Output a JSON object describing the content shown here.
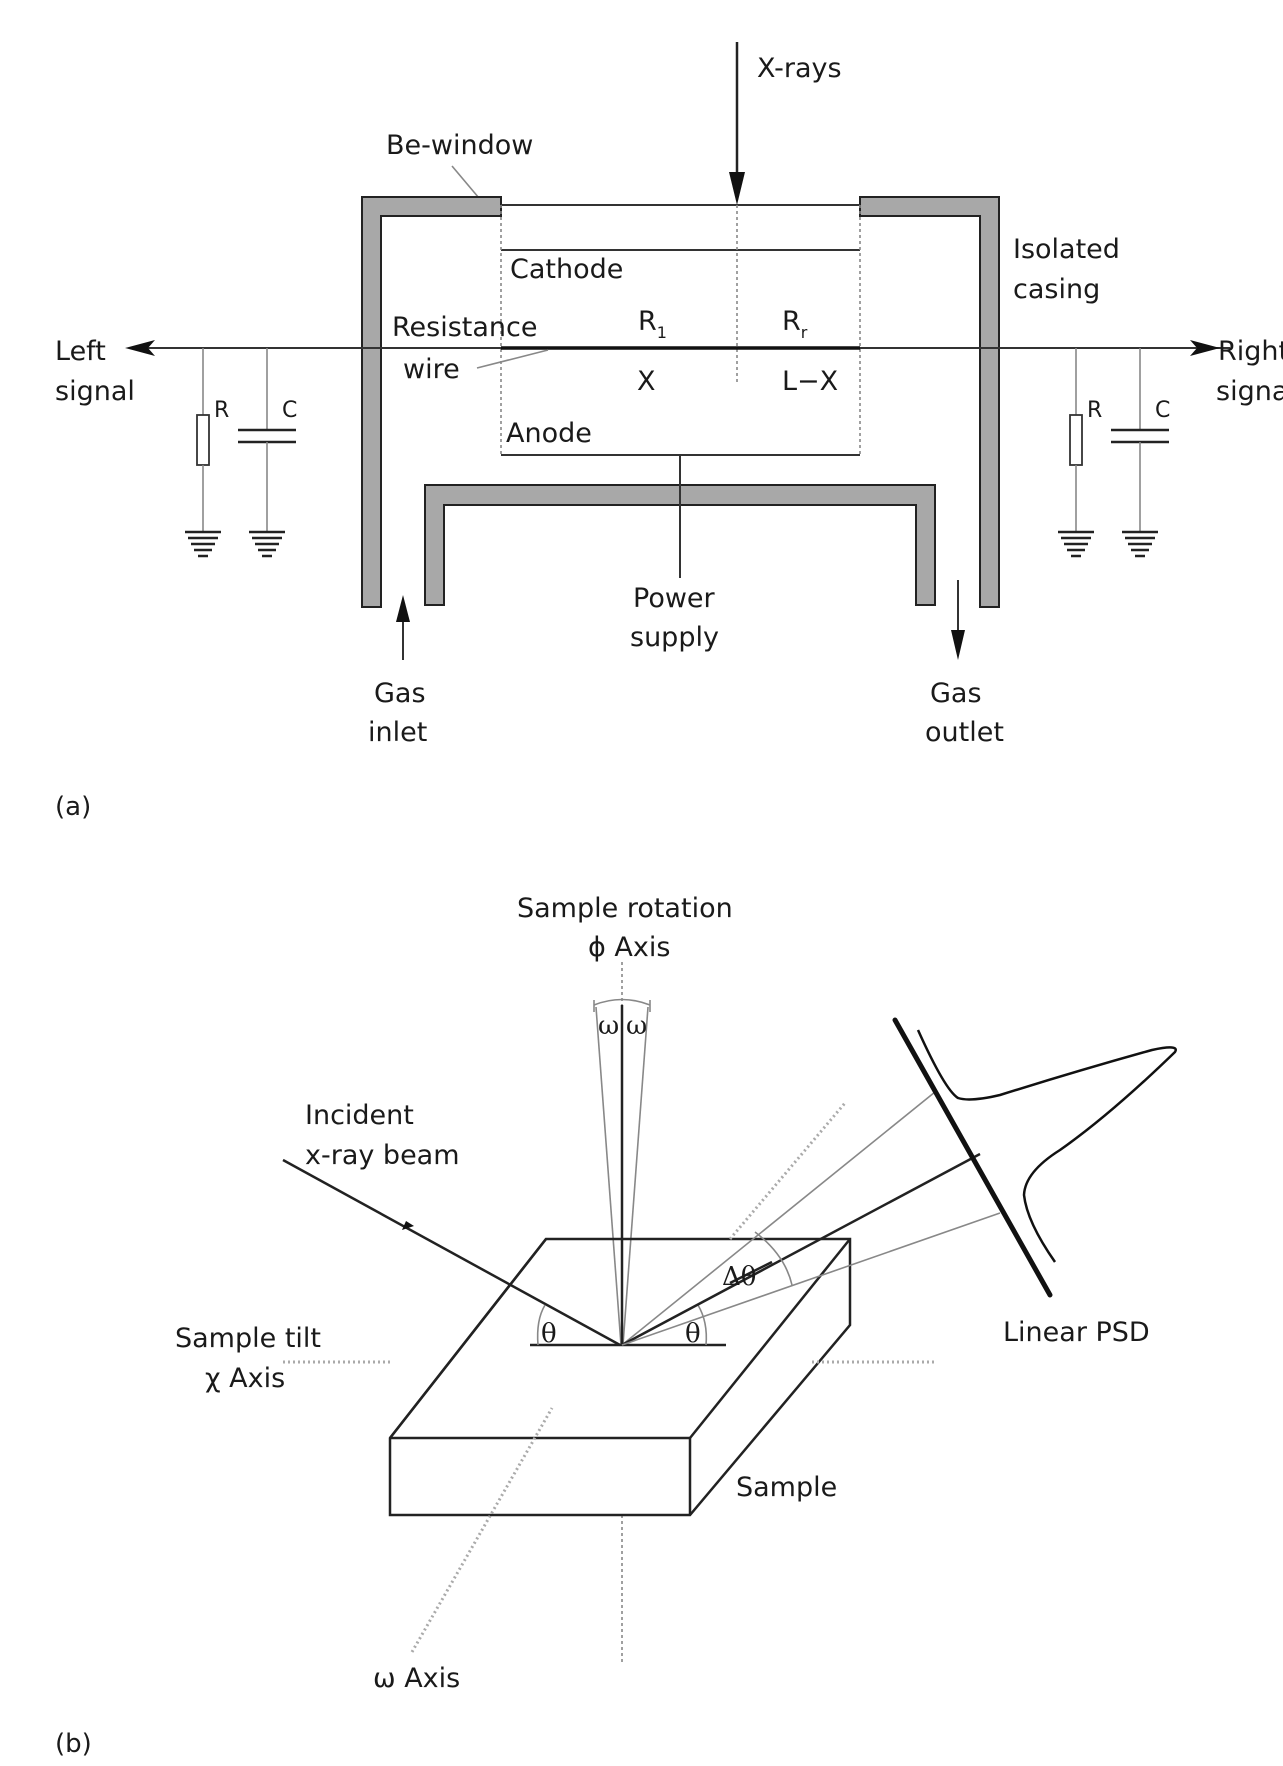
{
  "panel_a": {
    "label": "(a)",
    "xrays": "X-rays",
    "be_window": "Be-window",
    "cathode": "Cathode",
    "resistance": "Resistance",
    "wire": "wire",
    "r1_main": "R",
    "r1_sub": "1",
    "rr_main": "R",
    "rr_sub": "r",
    "x_label": "X",
    "lx_label": "L−X",
    "anode": "Anode",
    "isolated": "Isolated",
    "casing": "casing",
    "left": "Left",
    "left_signal": "signal",
    "right": "Right",
    "right_signal": "signal",
    "resistor": "R",
    "capacitor": "C",
    "power": "Power",
    "supply": "supply",
    "gas_in_1": "Gas",
    "gas_in_2": "inlet",
    "gas_out_1": "Gas",
    "gas_out_2": "outlet"
  },
  "panel_b": {
    "label": "(b)",
    "rotation_1": "Sample rotation",
    "rotation_2": "ϕ Axis",
    "omega": "ω",
    "incident_1": "Incident",
    "incident_2": "x-ray beam",
    "delta_theta": "Δθ",
    "theta": "θ",
    "tilt_1": "Sample tilt",
    "tilt_2": "χ Axis",
    "linear_psd": "Linear PSD",
    "sample": "Sample",
    "omega_axis": "ω Axis"
  }
}
